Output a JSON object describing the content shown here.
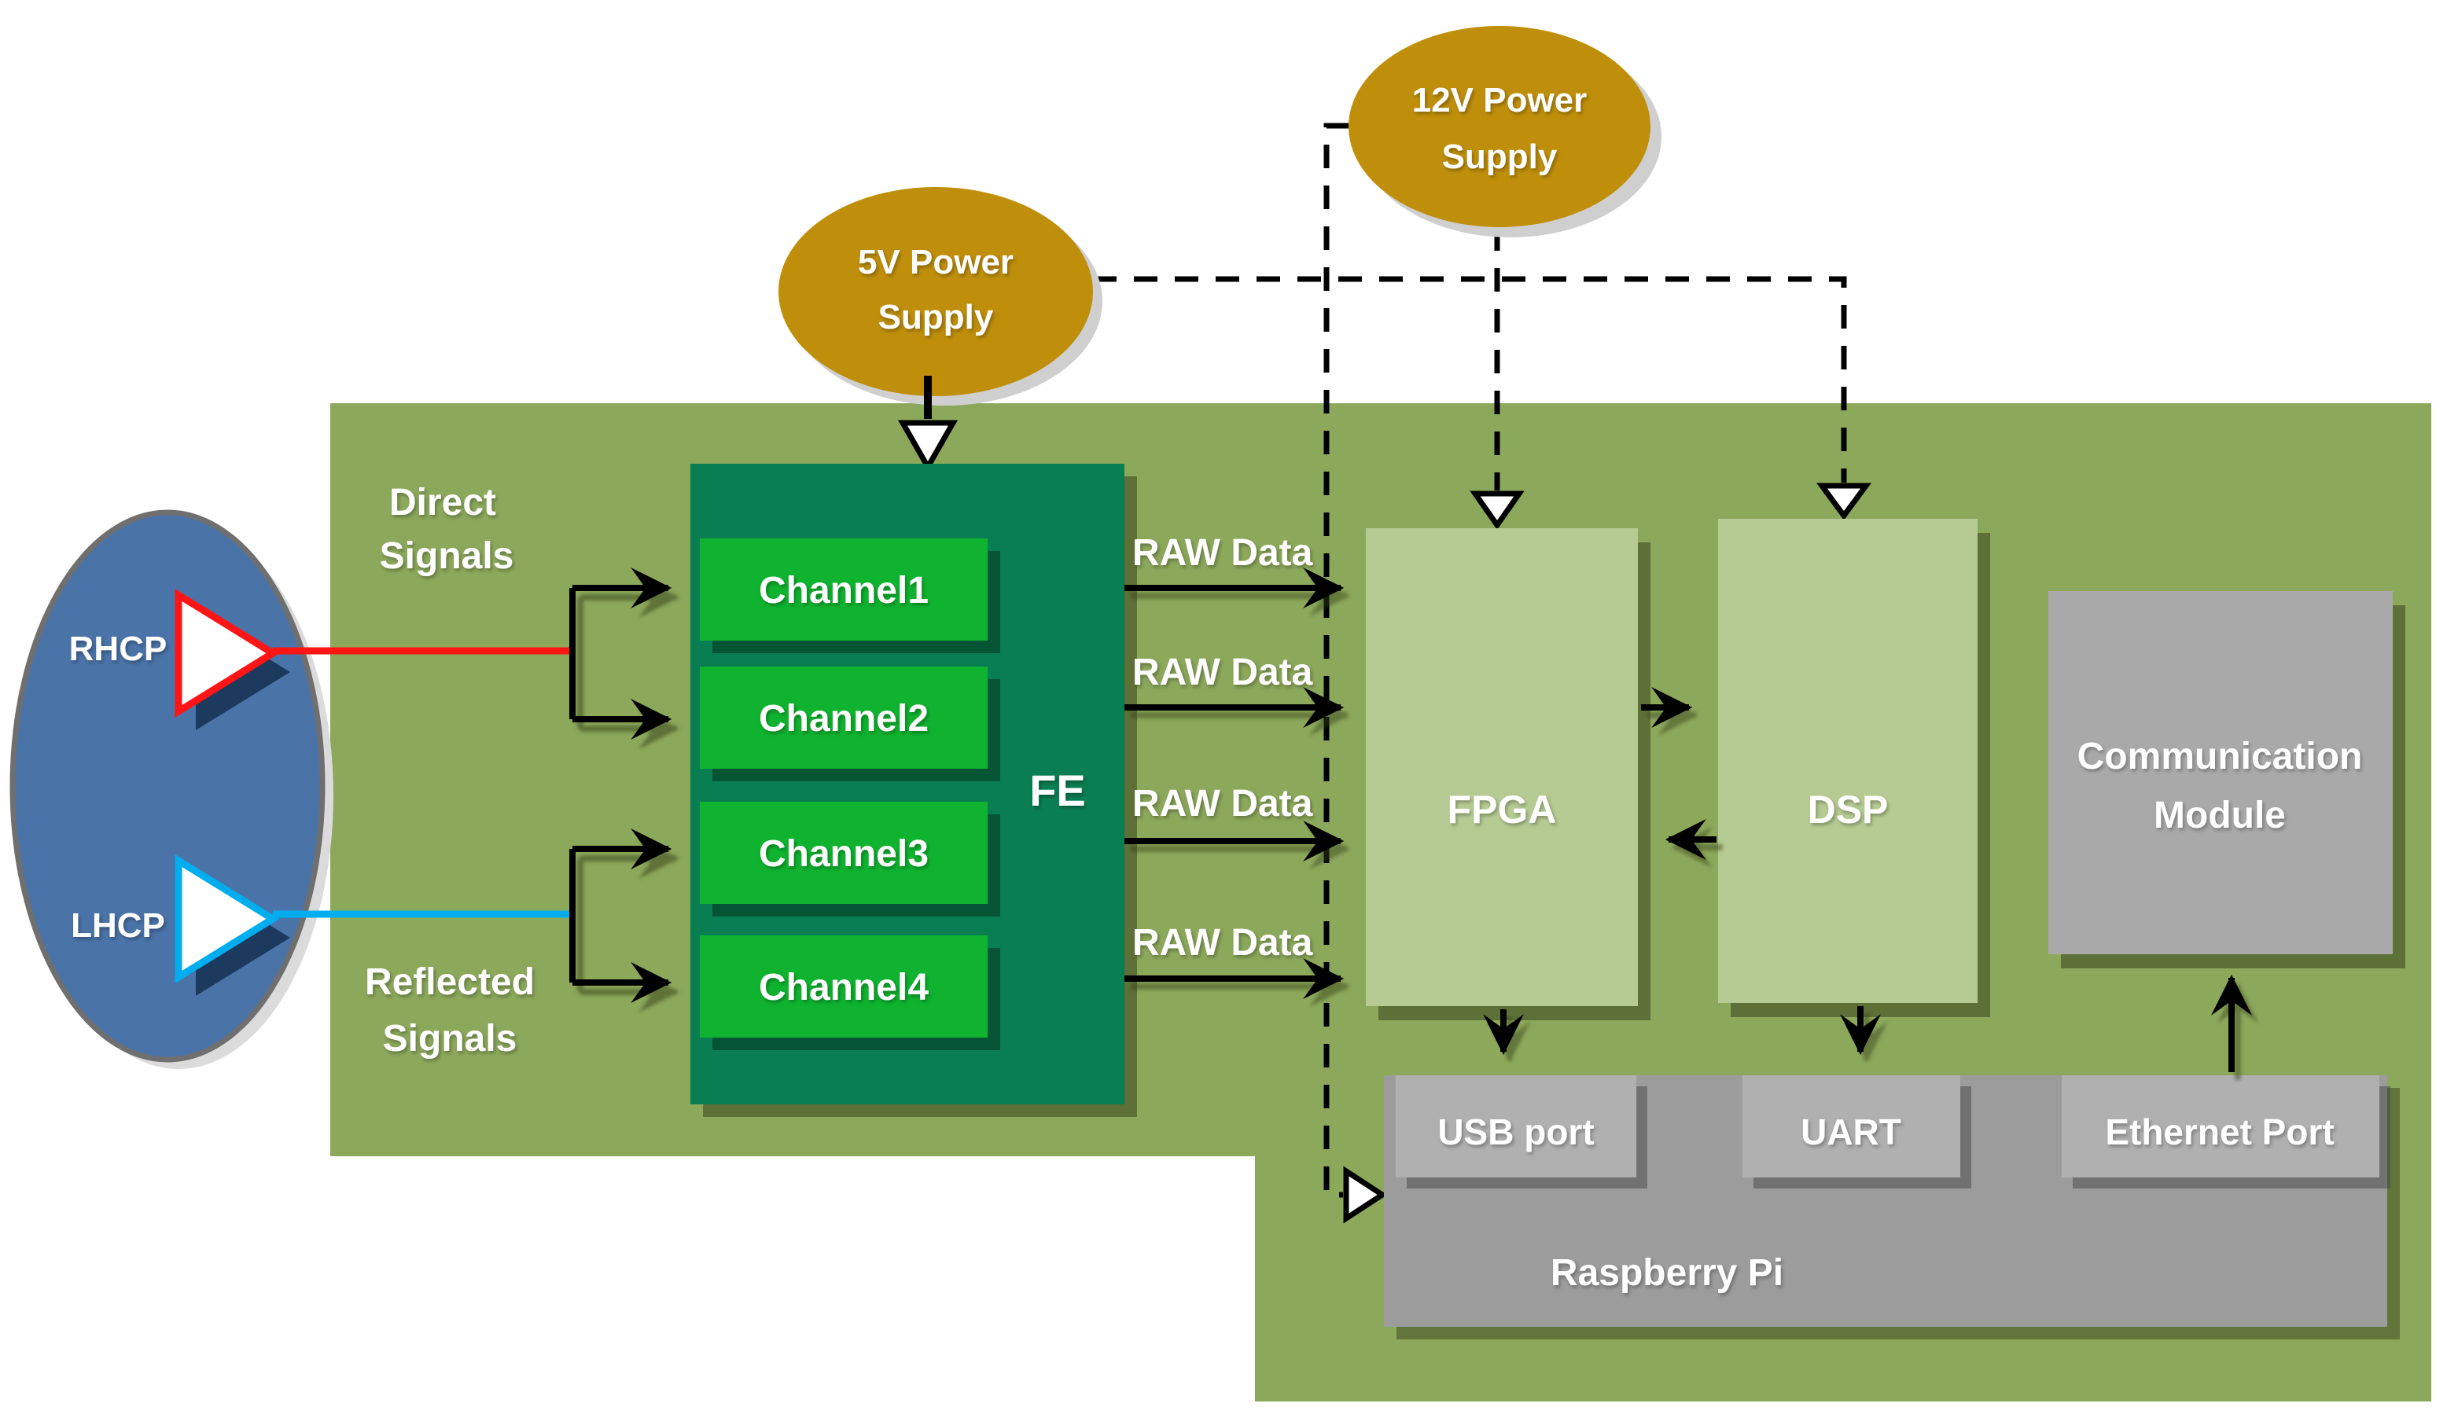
{
  "supplies": {
    "s5": {
      "line1": "5V Power",
      "line2": "Supply"
    },
    "s12": {
      "line1": "12V Power",
      "line2": "Supply"
    }
  },
  "antenna": {
    "rhcp": "RHCP",
    "lhcp": "LHCP"
  },
  "signals": {
    "direct_line1": "Direct",
    "direct_line2": "Signals",
    "reflected_line1": "Reflected",
    "reflected_line2": "Signals"
  },
  "fe": {
    "label": "FE",
    "channels": [
      {
        "label": "Channel1"
      },
      {
        "label": "Channel2"
      },
      {
        "label": "Channel3"
      },
      {
        "label": "Channel4"
      }
    ]
  },
  "raw": {
    "labels": [
      "RAW Data",
      "RAW Data",
      "RAW Data",
      "RAW Data"
    ]
  },
  "blocks": {
    "fpga": "FPGA",
    "dsp": "DSP",
    "comm_line1": "Communication",
    "comm_line2": "Module",
    "pi": "Raspberry Pi",
    "usb": "USB port",
    "uart": "UART",
    "ethernet": "Ethernet Port"
  },
  "colors": {
    "panel_olive": "#8CA85B",
    "fe_dark_green": "#0A7E53",
    "channel_green": "#0FB32F",
    "processor_light_green": "#B6CB93",
    "supply_gold": "#BF8F0C",
    "antenna_blue": "#4A73A8",
    "comm_gray": "#A9A9A9",
    "pi_gray": "#9C9C9C",
    "port_gray": "#B0B0B0",
    "signal_red": "#FF1515",
    "signal_cyan": "#00AEEF",
    "connector_black": "#000000"
  }
}
